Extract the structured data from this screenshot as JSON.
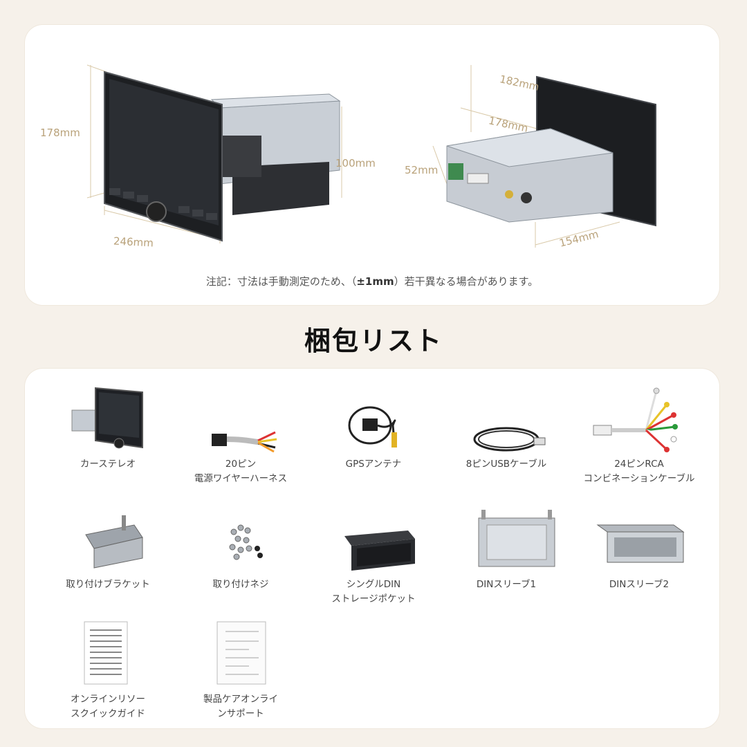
{
  "dimensions": {
    "height_front": "178mm",
    "depth_front": "100mm",
    "width_front": "246mm",
    "screen_back": "182mm",
    "screen_back_2": "178mm",
    "body_height": "52mm",
    "body_width": "154mm",
    "note_prefix": "注記：寸法は手動測定のため、（",
    "note_bold": "±1mm",
    "note_suffix": "）若干異なる場合があります。"
  },
  "packing": {
    "title": "梱包リスト",
    "items": [
      {
        "lines": [
          "カーステレオ"
        ],
        "icon": "car-stereo-icon"
      },
      {
        "lines": [
          "20ピン",
          "電源ワイヤーハーネス"
        ],
        "icon": "wire-harness-icon"
      },
      {
        "lines": [
          "GPSアンテナ"
        ],
        "icon": "gps-antenna-icon"
      },
      {
        "lines": [
          "8ピンUSBケーブル"
        ],
        "icon": "usb-cable-icon"
      },
      {
        "lines": [
          "24ピンRCA",
          "コンビネーションケーブル"
        ],
        "icon": "rca-cable-icon"
      },
      {
        "lines": [
          "取り付けブラケット"
        ],
        "icon": "mounting-bracket-icon"
      },
      {
        "lines": [
          "取り付けネジ"
        ],
        "icon": "screws-icon"
      },
      {
        "lines": [
          "シングルDIN",
          "ストレージポケット"
        ],
        "icon": "storage-pocket-icon"
      },
      {
        "lines": [
          "DINスリーブ1"
        ],
        "icon": "din-sleeve-1-icon"
      },
      {
        "lines": [
          "DINスリーブ2"
        ],
        "icon": "din-sleeve-2-icon"
      },
      {
        "lines": [
          "オンラインリソー",
          "スクイックガイド"
        ],
        "icon": "quick-guide-icon"
      },
      {
        "lines": [
          "製品ケアオンライ",
          "ンサポート"
        ],
        "icon": "product-care-icon"
      }
    ]
  },
  "colors": {
    "background": "#f6f1ea",
    "card": "#ffffff",
    "dimension_text": "#b9a27a"
  }
}
